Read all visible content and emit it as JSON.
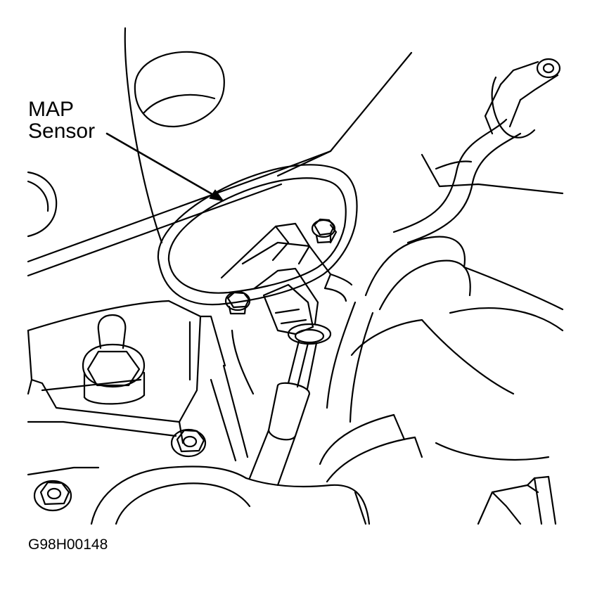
{
  "callout": {
    "line1": "MAP",
    "line2": "Sensor"
  },
  "figure_code": "G98H00148",
  "colors": {
    "ink": "#000000",
    "paper": "#ffffff"
  }
}
